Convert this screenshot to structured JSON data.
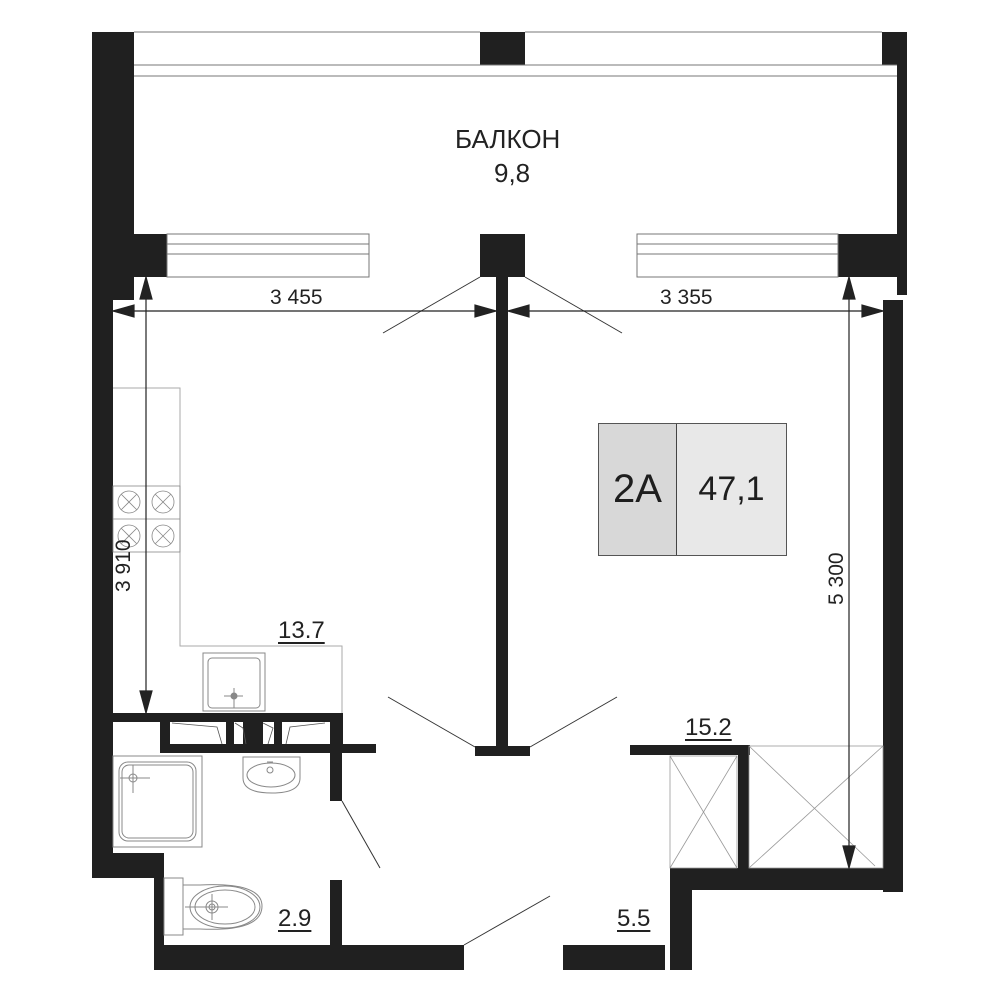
{
  "plan": {
    "apartment_code": "2A",
    "total_area": "47,1",
    "wall_color": "#202020",
    "badge_code_bg": "#d8d8d8",
    "badge_area_bg": "#e8e8e8"
  },
  "rooms": {
    "balcony": {
      "name": "БАЛКОН",
      "area": "9,8"
    },
    "kitchen_living": {
      "area": "13.7"
    },
    "bedroom": {
      "area": "15.2"
    },
    "bathroom": {
      "area": "2.9"
    },
    "hallway": {
      "area": "5.5"
    }
  },
  "dimensions": {
    "left_room_width": "3 455",
    "right_room_width": "3 355",
    "left_room_depth": "3 910",
    "right_room_depth": "5 300"
  },
  "fixtures": {
    "stove": "stove-icon",
    "kitchen_sink": "kitchen-sink-icon",
    "shower": "shower-tray-icon",
    "washbasin": "washbasin-icon",
    "toilet": "toilet-icon",
    "wardrobe": "wardrobe-icon"
  }
}
